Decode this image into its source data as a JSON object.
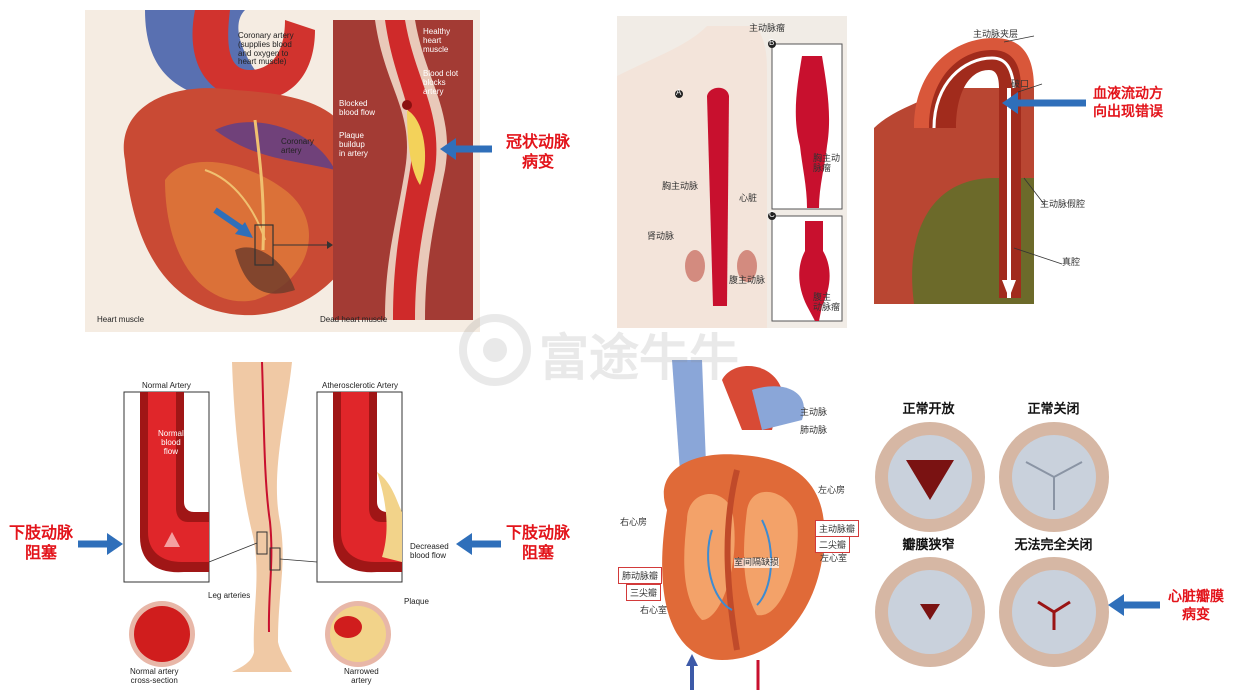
{
  "panel_coronary": {
    "labels": {
      "coronary_artery_supply": "Coronary artery\n(supplies blood\nand oxygen to\nheart muscle)",
      "healthy_heart_muscle": "Healthy\nheart\nmuscle",
      "blood_clot": "Blood clot\nblocks\nartery",
      "blocked_blood_flow": "Blocked\nblood flow",
      "plaque_buildup": "Plaque\nbuildup\nin artery",
      "coronary_artery": "Coronary\nartery",
      "heart_muscle": "Heart muscle",
      "dead_heart_muscle": "Dead heart muscle"
    },
    "callout": "冠状动脉\n病变"
  },
  "panel_aorta": {
    "labels": {
      "aortic_aneurysm": "主动脉瘤",
      "thoracic_aorta": "胸主动脉",
      "heart": "心脏",
      "renal_artery": "肾动脉",
      "abdominal_aorta": "腹主动脉",
      "thoracic_aneurysm": "胸主动\n脉瘤",
      "abdominal_aneurysm": "腹主\n动脉瘤",
      "marker_a": "A",
      "marker_b": "B",
      "marker_c": "C"
    }
  },
  "panel_dissection": {
    "labels": {
      "dissection": "主动脉夹层",
      "tear": "破口",
      "false_lumen": "主动脉假腔",
      "true_lumen": "真腔"
    },
    "callout": "血液流动方\n向出现错误"
  },
  "panel_leg": {
    "labels": {
      "normal_artery": "Normal Artery",
      "atherosclerotic_artery": "Atherosclerotic Artery",
      "normal_blood_flow": "Normal\nblood\nflow",
      "decreased_blood_flow": "Decreased\nblood flow",
      "leg_arteries": "Leg arteries",
      "plaque": "Plaque",
      "normal_cross_section": "Normal artery\ncross-section",
      "narrowed_artery": "Narrowed\nartery"
    },
    "callout_left": "下肢动脉\n阻塞",
    "callout_right": "下肢动脉\n阻塞"
  },
  "panel_heart": {
    "labels": {
      "aorta": "主动脉",
      "pulmonary_artery": "肺动脉",
      "left_atrium": "左心房",
      "right_atrium": "右心房",
      "aortic_valve": "主动脉瓣",
      "mitral_valve": "二尖瓣",
      "left_ventricle": "左心室",
      "septum": "室间隔缺损",
      "pulmonary_valve": "肺动脉瓣",
      "tricuspid_valve": "三尖瓣",
      "right_ventricle": "右心室"
    }
  },
  "panel_valves": {
    "titles": [
      "正常开放",
      "正常关闭",
      "瓣膜狭窄",
      "无法完全关闭"
    ],
    "callout": "心脏瓣膜\n病变"
  },
  "watermark": "富途牛牛",
  "colors": {
    "callout_red": "#e3141b",
    "arrow_blue": "#2f6fba",
    "vessel_red": "#c8102e"
  }
}
